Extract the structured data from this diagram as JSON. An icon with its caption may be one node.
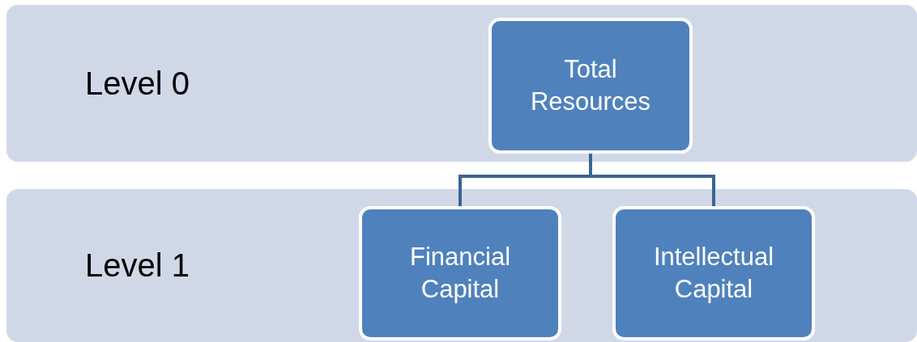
{
  "diagram": {
    "nodes": [
      {
        "text": [
          "Level 0"
        ]
      },
      {
        "text": [
          "Total Resources"
        ],
        "in": 0
      },
      {
        "text": [
          "Level 1"
        ]
      },
      {
        "text": [
          "Financial Capital"
        ],
        "in": 2
      },
      {
        "text": [
          "Intellectual Capital"
        ],
        "in": 2
      }
    ],
    "edges": [
      {
        "from": 1,
        "to": 3,
        "arrow": "none"
      },
      {
        "from": 1,
        "to": 4,
        "arrow": "none"
      }
    ]
  }
}
